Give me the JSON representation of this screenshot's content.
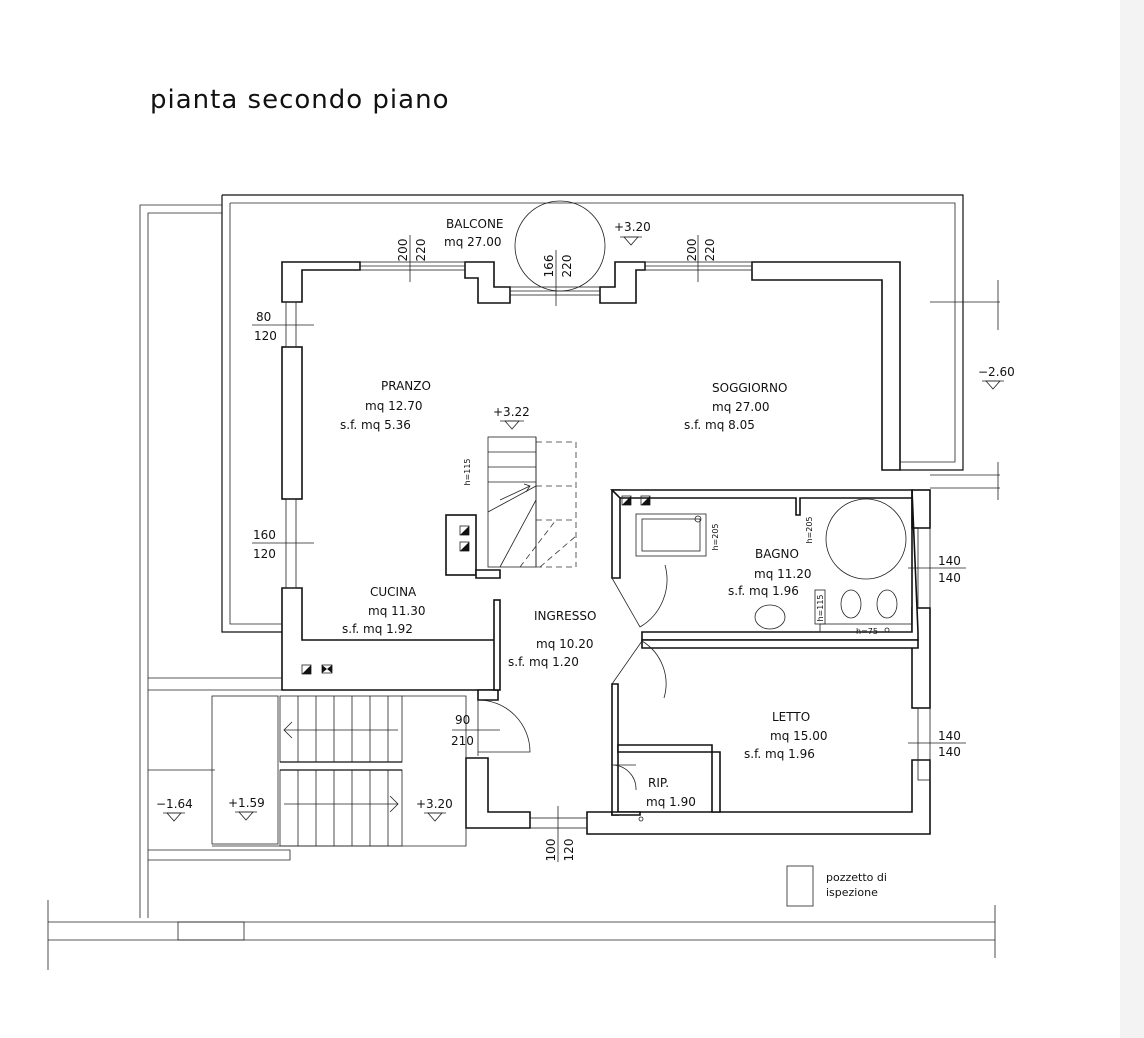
{
  "title": "pianta secondo piano",
  "rooms": {
    "balcone": {
      "name": "BALCONE",
      "area": "mq 27.00"
    },
    "pranzo": {
      "name": "PRANZO",
      "area": "mq  12.70",
      "sf": "s.f.  mq    5.36"
    },
    "soggiorno": {
      "name": "SOGGIORNO",
      "area": "mq  27.00",
      "sf": "s.f.  mq    8.05"
    },
    "cucina": {
      "name": "CUCINA",
      "area": "mq  11.30",
      "sf": "s.f.  mq    1.92"
    },
    "ingresso": {
      "name": "INGRESSO",
      "area": "mq  10.20",
      "sf": "s.f.  mq    1.20"
    },
    "bagno": {
      "name": "BAGNO",
      "area": "mq   11.20",
      "sf": "s.f.  mq   1.96"
    },
    "letto": {
      "name": "LETTO",
      "area": "mq  15.00",
      "sf": "s.f.  mq    1.96"
    },
    "rip": {
      "name": "RIP.",
      "area": "mq  1.90"
    }
  },
  "levels": {
    "balcone": "+3.20",
    "stair_top": "+3.22",
    "right_ext": "−2.60",
    "left_a": "−1.64",
    "left_b": "+1.59",
    "landing": "+3.20"
  },
  "dimensions": {
    "win_top_left": {
      "top": "200",
      "bottom": "220"
    },
    "win_top_center": {
      "top": "166",
      "bottom": "220"
    },
    "win_top_right": {
      "top": "200",
      "bottom": "220"
    },
    "win_left_upper": {
      "top": "80",
      "bottom": "120"
    },
    "win_left_lower": {
      "top": "160",
      "bottom": "120"
    },
    "door_entry": {
      "top": "90",
      "bottom": "210"
    },
    "win_bottom": {
      "top": "100",
      "bottom": "120"
    },
    "win_right_bagno": {
      "top": "140",
      "bottom": "140"
    },
    "win_right_letto": {
      "top": "140",
      "bottom": "140"
    }
  },
  "heights": {
    "stair": "h=115",
    "shower": "h=205",
    "bagno_wall": "h=205",
    "bagno_small": "h=115",
    "sink": "h=75"
  },
  "legend": {
    "line1": "pozzetto di",
    "line2": "ispezione"
  }
}
